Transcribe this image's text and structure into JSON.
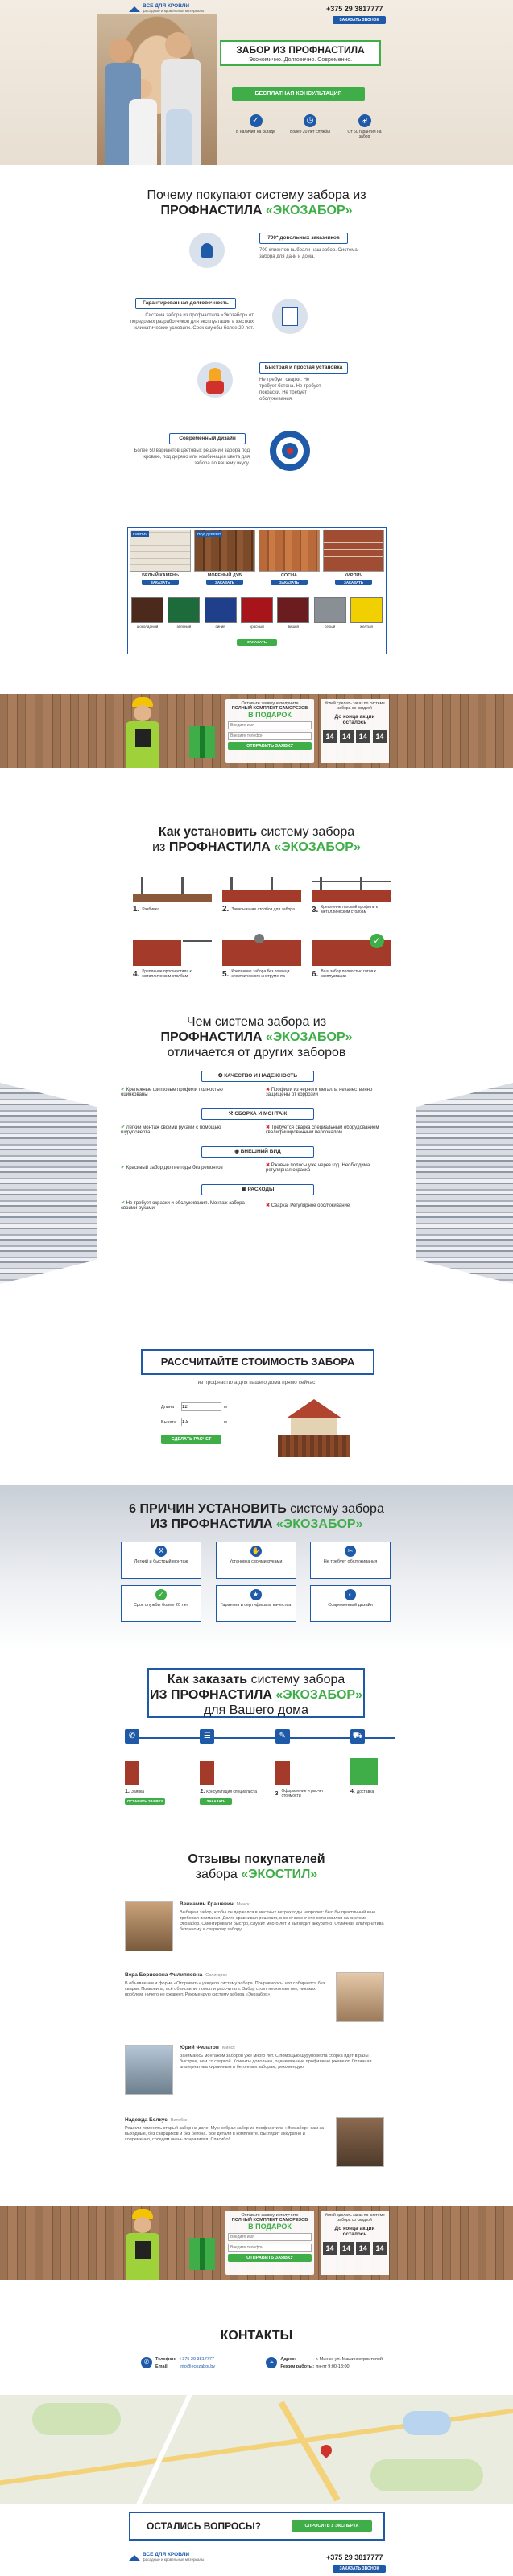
{
  "header": {
    "logo_title": "ВСЕ ДЛЯ КРОВЛИ",
    "logo_sub": "фасадные и кровельные материалы",
    "phone": "+375 29 3817777",
    "callback": "ЗАКАЗАТЬ ЗВОНОК"
  },
  "hero": {
    "title": "ЗАБОР ИЗ ПРОФНАСТИЛА",
    "subtitle": "Экономично. Долговечно. Современно.",
    "cta": "БЕСПЛАТНАЯ КОНСУЛЬТАЦИЯ",
    "features": [
      "В наличии на складе",
      "Более 20 лет службы",
      "От 60 гарантия на забор"
    ]
  },
  "why": {
    "title_pre": "Почему покупают систему забора из",
    "title_bold": "ПРОФНАСТИЛА",
    "title_green": "«ЭКОЗАБОР»",
    "items": [
      {
        "title": "700* довольных заказчиков",
        "text": "700 клиентов выбрали наш забор. Система забора для дачи и дома."
      },
      {
        "title": "Гарантированная долговечность",
        "text": "Система забора из профнастила «Экозабор» от передовых разработчиков для эксплуатации в жестких климатических условиях. Срок службы более 20 лет."
      },
      {
        "title": "Быстрая и простая установка",
        "text": "Не требует сварки. Не требует бетона. Не требует покраски. Не требует обслуживания."
      },
      {
        "title": "Современный дизайн",
        "text": "Более 50 вариантов цветовых решений забора под кровлю, под дерево или комбинация цвета для забора по вашему вкусу."
      }
    ]
  },
  "catalog": {
    "products": [
      {
        "name": "БЕЛЫЙ КАМЕНЬ",
        "badge": "КИРПИЧ",
        "color": "#e9e3d8"
      },
      {
        "name": "МОРЕНЫЙ ДУБ",
        "badge": "ПОД ДЕРЕВО",
        "color": "#7b4a28"
      },
      {
        "name": "СОСНА",
        "badge": "",
        "color": "#b86a3a"
      },
      {
        "name": "КИРПИЧ",
        "badge": "",
        "color": "#a14d33"
      }
    ],
    "buy": "ЗАКАЗАТЬ",
    "colors": [
      {
        "name": "шоколадный",
        "color": "#4b2a1b"
      },
      {
        "name": "зеленый",
        "color": "#1d6b3a"
      },
      {
        "name": "синий",
        "color": "#1f3f8a"
      },
      {
        "name": "красный",
        "color": "#a7151b"
      },
      {
        "name": "вишня",
        "color": "#6b1c1f"
      },
      {
        "name": "серый",
        "color": "#8a8f96"
      },
      {
        "name": "желтый",
        "color": "#f0d000"
      }
    ],
    "more": "ЗАКАЗАТЬ"
  },
  "promo": {
    "line1": "Оставьте заявку и получите",
    "line2": "ПОЛНЫЙ КОМПЛЕКТ САМОРЕЗОВ",
    "line3": "В ПОДАРОК",
    "name_ph": "Введите имя",
    "phone_ph": "Введите телефон",
    "submit": "ОТПРАВИТЬ ЗАЯВКУ",
    "timer_title": "Успей сделать заказ по системе забора со скидкой",
    "timer_sub": "До конца акции осталось",
    "timer": [
      "14",
      "14",
      "14",
      "14"
    ]
  },
  "install": {
    "title_pre": "Как установить",
    "title_mid": "систему забора",
    "title_line2": "из",
    "title_bold": "ПРОФНАСТИЛА",
    "title_green": "«ЭКОЗАБОР»",
    "steps": [
      {
        "num": "1.",
        "text": "Разбивка"
      },
      {
        "num": "2.",
        "text": "Закапывание столбов для забора"
      },
      {
        "num": "3.",
        "text": "Крепление лаговой профиль к металлическим столбам"
      },
      {
        "num": "4.",
        "text": "Крепление профнастила к металлическим столбам"
      },
      {
        "num": "5.",
        "text": "Крепление забора без помощи электрического инструмента"
      },
      {
        "num": "6.",
        "text": "Ваш забор полностью готов к эксплуатации"
      }
    ]
  },
  "compare": {
    "title_pre": "Чем система забора из",
    "title_bold": "ПРОФНАСТИЛА",
    "title_green": "«ЭКОЗАБОР»",
    "title_post": "отличается от других заборов",
    "sections": [
      {
        "label": "КАЧЕСТВО И НАДЕЖНОСТЬ",
        "good": "Крепежные шипковые профили полностью оцинкованы",
        "bad": "Профили из черного металла некачественно защищены от коррозии"
      },
      {
        "label": "СБОРКА И МОНТАЖ",
        "good": "Легкий монтаж своими руками с помощью шуруповерта",
        "bad": "Требуется сварка специальным оборудованием квалифицированным персоналом"
      },
      {
        "label": "ВНЕШНИЙ ВИД",
        "good": "Красивый забор долгие годы без ремонтов",
        "bad": "Ржавые полосы уже через год. Необходима регулярная окраска"
      },
      {
        "label": "РАСХОДЫ",
        "good": "Не требует окраски и обслуживания. Монтаж забора своими руками",
        "bad": "Сварка. Регулярное обслуживание"
      }
    ]
  },
  "calc": {
    "title": "РАССЧИТАЙТЕ СТОИМОСТЬ ЗАБОРА",
    "subtitle": "из профнастила для вашего дома прямо сейчас",
    "length_label": "Длина",
    "length_val": "12",
    "length_unit": "м",
    "height_label": "Высота",
    "height_val": "1.8",
    "height_unit": "м",
    "button": "СДЕЛАТЬ РАСЧЕТ"
  },
  "reasons": {
    "title_num": "6",
    "title_pre": "ПРИЧИН УСТАНОВИТЬ",
    "title_mid": "систему забора",
    "title_bold": "ИЗ ПРОФНАСТИЛА",
    "title_green": "«ЭКОЗАБОР»",
    "items": [
      "Легкий и быстрый монтаж",
      "Установка своими руками",
      "Не требует обслуживания",
      "Срок службы более 20 лет",
      "Гарантия и сертификаты качества",
      "Современный дизайн"
    ]
  },
  "order": {
    "title_pre": "Как заказать",
    "title_mid": "систему забора",
    "title_bold": "ИЗ ПРОФНАСТИЛА",
    "title_green": "«ЭКОЗАБОР»",
    "title_post": "для Вашего дома",
    "steps": [
      {
        "num": "1.",
        "text": "Заявка",
        "btn": "ОСТАВИТЬ ЗАЯВКУ"
      },
      {
        "num": "2.",
        "text": "Консультация специалиста",
        "btn": "ЗАКАЗАТЬ"
      },
      {
        "num": "3.",
        "text": "Оформление и расчет стоимости",
        "btn": ""
      },
      {
        "num": "4.",
        "text": "Доставка",
        "btn": ""
      }
    ]
  },
  "reviews": {
    "title": "Отзывы покупателей",
    "title_pre": "забора",
    "title_green": "«ЭКОСТИЛ»",
    "items": [
      {
        "name": "Вениамин Крашевич",
        "city": "Минск",
        "text": "Выбирал забор, чтобы он держался в местных ветрах годы напролет: был бы практичный и не требовал внимания. Долго сравнивал решения, в конечном счете остановился на системе Экозабор. Смонтировали быстро, служит много лет и выглядит аккуратно. Отличная альтернатива бетонному и сварному забору."
      },
      {
        "name": "Вера Борисовна Филипповна",
        "city": "Солигорск",
        "text": "В объявлении и форме «Отправить» увидела систему забора. Понравилось, что собирается без сварки. Позвонила, всё объяснили, помогли рассчитать. Забор стоит несколько лет, никаких проблем, ничего не ржавеет. Рекомендую систему забора «Экозабор»."
      },
      {
        "name": "Юрий Филатов",
        "city": "Минск",
        "text": "Занимаюсь монтажом заборов уже много лет. С помощью шуруповерта сборка идёт в разы быстрее, чем со сваркой. Клиенты довольны, оцинкованные профили не ржавеют. Отличная альтернатива кирпичным и бетонным заборам, рекомендую."
      },
      {
        "name": "Надежда Белкус",
        "city": "Витебск",
        "text": "Решили поменять старый забор на даче. Муж собрал забор из профнастила «Экозабор» сам за выходные, без сварщиков и без бетона. Все детали в комплекте. Выглядит аккуратно и современно, соседям очень понравился. Спасибо!"
      }
    ]
  },
  "contacts": {
    "title": "КОНТАКТЫ",
    "phone_label": "Телефон:",
    "phone_val": "+375 29 3817777",
    "email_label": "Email:",
    "email_val": "info@ecozabor.by",
    "addr_label": "Адрес:",
    "addr_val": "г. Минск, ул. Машиностроителей",
    "time_label": "Режим работы:",
    "time_val": "пн-пт 9:00-18:00"
  },
  "footer": {
    "question": "ОСТАЛИСЬ ВОПРОСЫ?",
    "button": "СПРОСИТЬ У ЭКСПЕРТА"
  },
  "theme": {
    "green": "#3fae49",
    "blue": "#1f5aa8"
  }
}
